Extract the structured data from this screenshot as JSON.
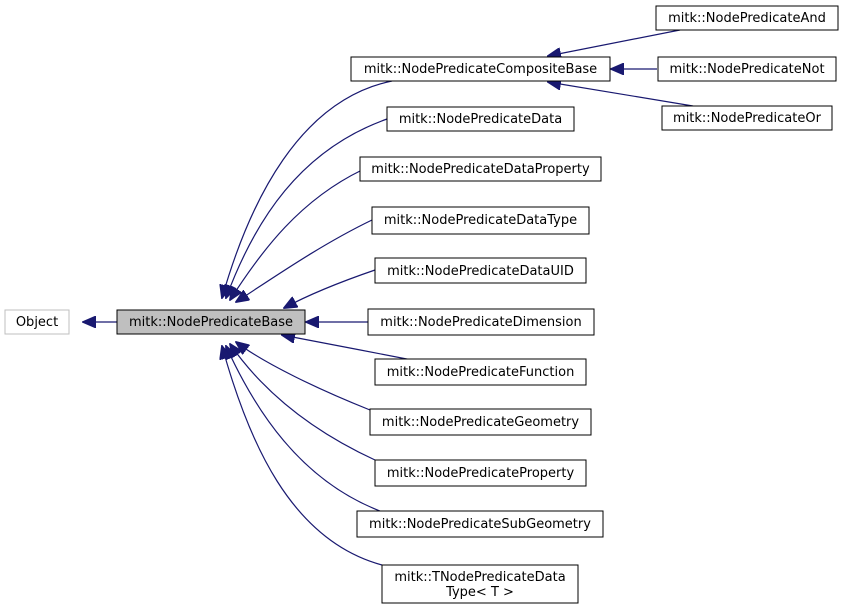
{
  "colors": {
    "edge": "#191970",
    "box_border": "#000000",
    "box_fill": "#ffffff",
    "external_border": "#bfbfbf",
    "selected_fill": "#bfbfbf",
    "text": "#000000"
  },
  "nodes": {
    "object": {
      "label": "Object"
    },
    "base": {
      "label": "mitk::NodePredicateBase"
    },
    "composite": {
      "label": "mitk::NodePredicateCompositeBase"
    },
    "and": {
      "label": "mitk::NodePredicateAnd"
    },
    "not": {
      "label": "mitk::NodePredicateNot"
    },
    "or": {
      "label": "mitk::NodePredicateOr"
    },
    "data": {
      "label": "mitk::NodePredicateData"
    },
    "dataproperty": {
      "label": "mitk::NodePredicateDataProperty"
    },
    "datatype": {
      "label": "mitk::NodePredicateDataType"
    },
    "datauid": {
      "label": "mitk::NodePredicateDataUID"
    },
    "dimension": {
      "label": "mitk::NodePredicateDimension"
    },
    "function": {
      "label": "mitk::NodePredicateFunction"
    },
    "geometry": {
      "label": "mitk::NodePredicateGeometry"
    },
    "property": {
      "label": "mitk::NodePredicateProperty"
    },
    "subgeometry": {
      "label": "mitk::NodePredicateSubGeometry"
    },
    "tnode": {
      "label_line1": "mitk::TNodePredicateData",
      "label_line2": "Type< T >"
    }
  }
}
